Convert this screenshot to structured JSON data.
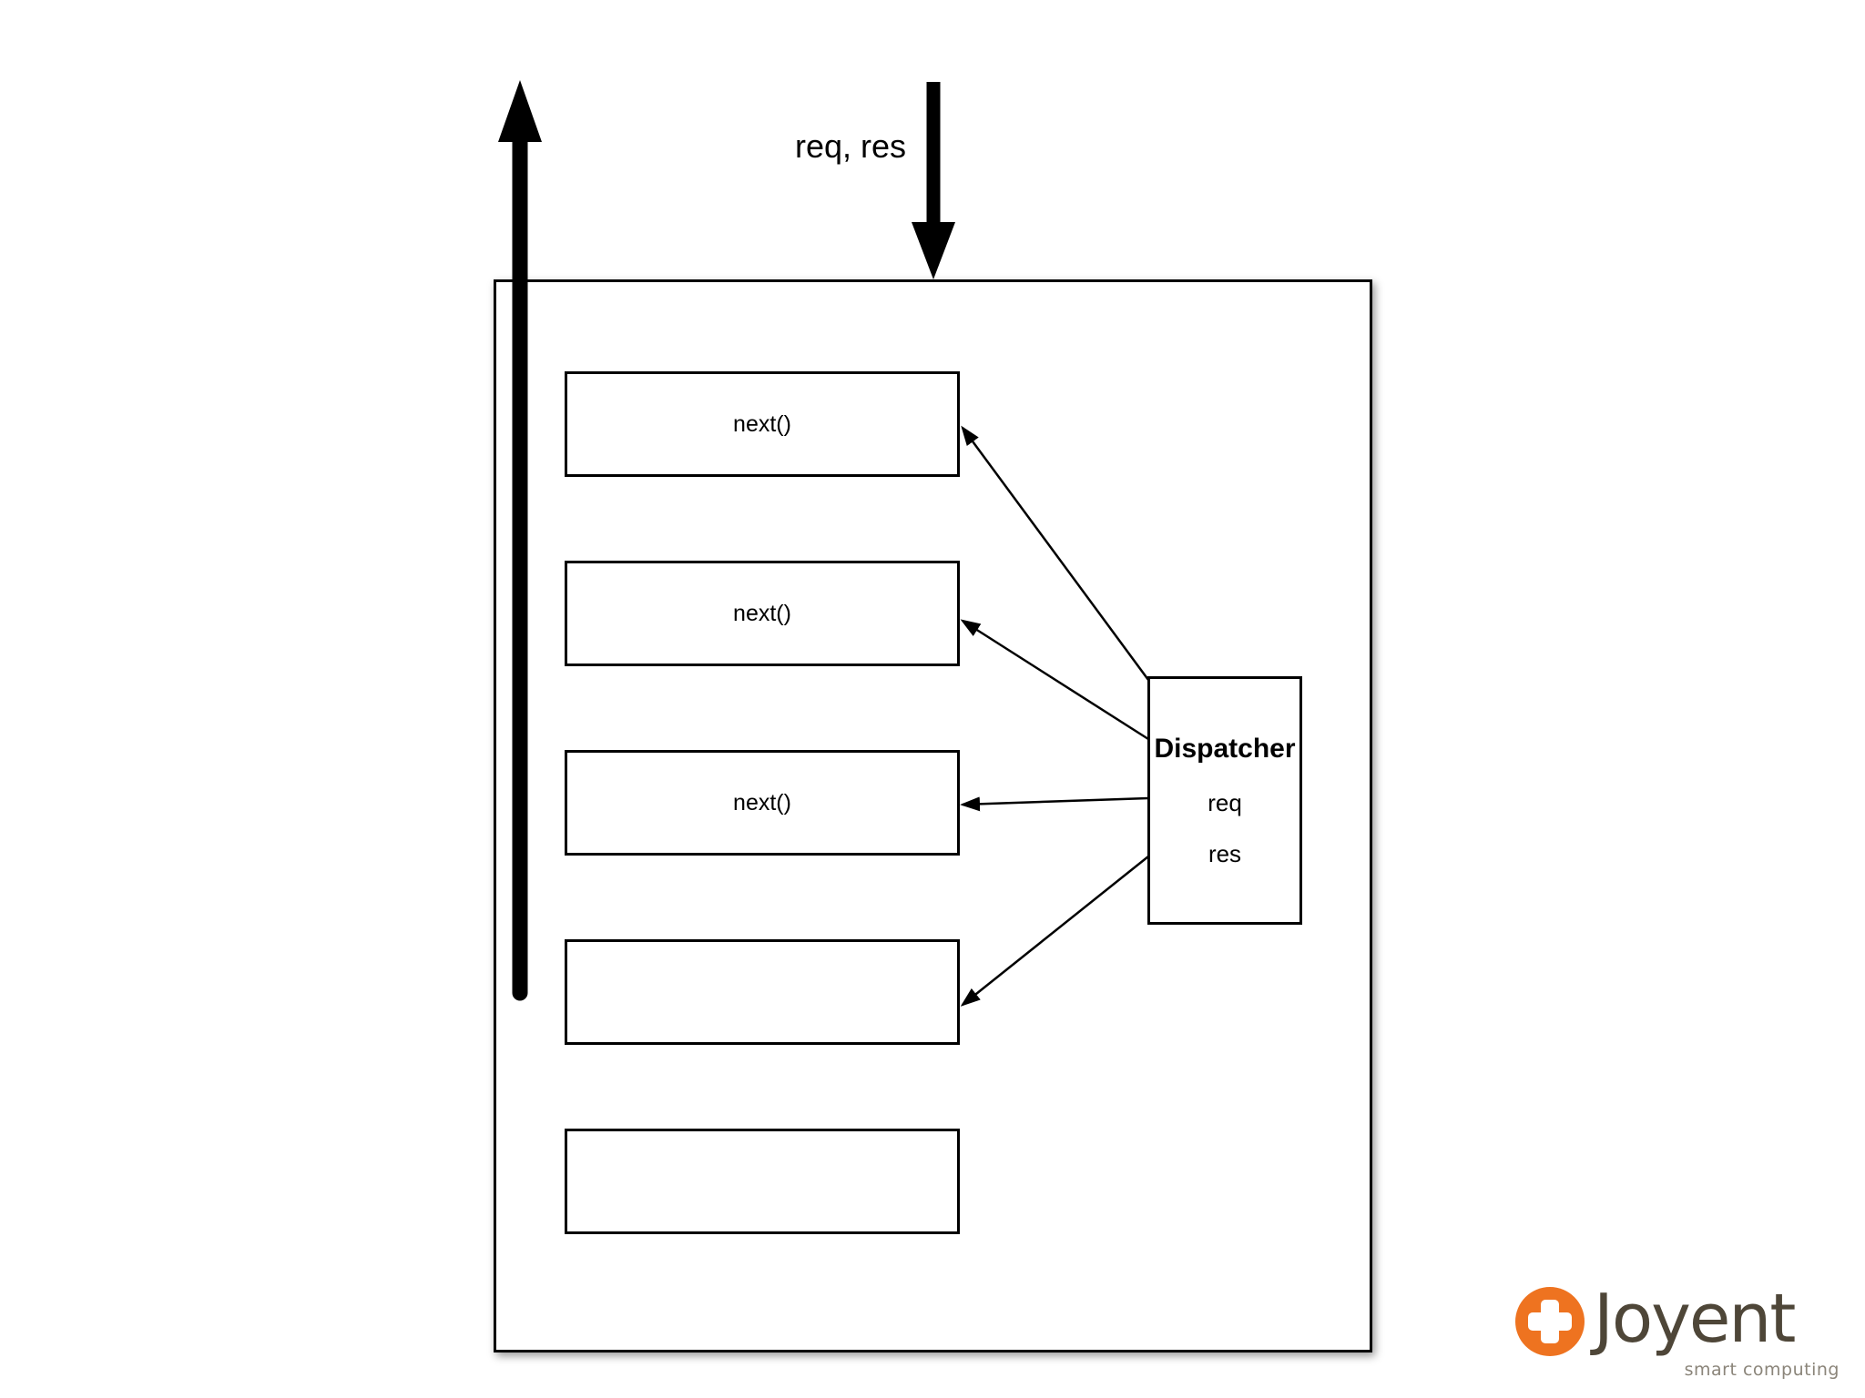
{
  "flow": {
    "request_label": "req, res",
    "response_arrow": "up-arrow",
    "request_arrow": "down-arrow"
  },
  "middleware": {
    "boxes": [
      {
        "label": "next()"
      },
      {
        "label": "next()"
      },
      {
        "label": "next()"
      },
      {
        "label": ""
      },
      {
        "label": ""
      }
    ]
  },
  "dispatcher": {
    "title": "Dispatcher",
    "fields": [
      "req",
      "res"
    ]
  },
  "logo": {
    "name": "Joyent",
    "tagline": "smart computing",
    "colors": {
      "plus_orange": "#ee7320",
      "wordmark": "#4e4638",
      "tagline_gray": "#8b857a"
    }
  },
  "colors": {
    "diagram_stroke": "#000000",
    "background": "#ffffff"
  }
}
